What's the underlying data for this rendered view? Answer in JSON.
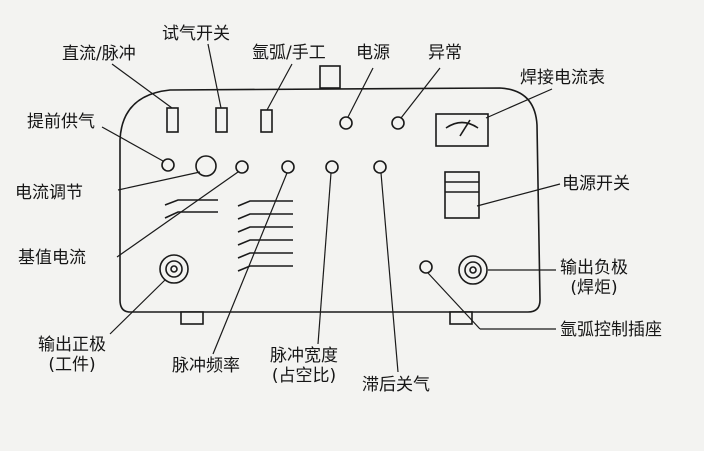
{
  "labels": {
    "dc_pulse": "直流/脉冲",
    "gas_test": "试气开关",
    "argon_manual": "氩弧/手工",
    "power": "电源",
    "abnormal": "异常",
    "meter": "焊接电流表",
    "pre_gas": "提前供气",
    "current_adjust": "电流调节",
    "power_switch": "电源开关",
    "base_current": "基值电流",
    "out_neg": "输出负极",
    "out_neg_sub": "(焊炬)",
    "out_pos": "输出正极",
    "out_pos_sub": "(工件)",
    "argon_socket": "氩弧控制插座",
    "pulse_freq": "脉冲频率",
    "pulse_width": "脉冲宽度",
    "pulse_width_sub": "(占空比)",
    "post_gas": "滞后关气"
  },
  "colors": {
    "line": "#1a1a1a",
    "background": "#f3f3f1"
  }
}
